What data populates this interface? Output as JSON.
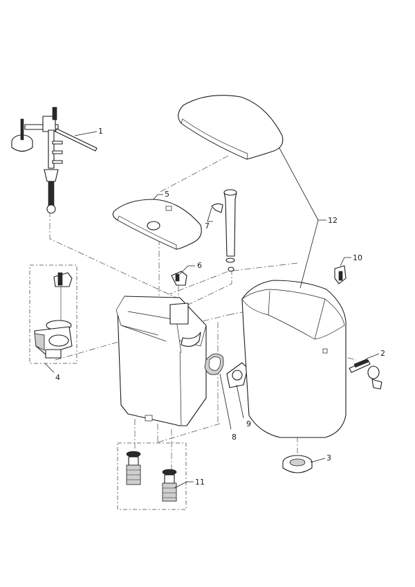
{
  "diagram": {
    "callouts": [
      {
        "id": "callout-1",
        "label": "1"
      },
      {
        "id": "callout-2",
        "label": "2"
      },
      {
        "id": "callout-3",
        "label": "3"
      },
      {
        "id": "callout-4",
        "label": "4"
      },
      {
        "id": "callout-5",
        "label": "5"
      },
      {
        "id": "callout-6",
        "label": "6"
      },
      {
        "id": "callout-7",
        "label": "7"
      },
      {
        "id": "callout-8",
        "label": "8"
      },
      {
        "id": "callout-9",
        "label": "9"
      },
      {
        "id": "callout-10",
        "label": "10"
      },
      {
        "id": "callout-11",
        "label": "11"
      },
      {
        "id": "callout-12",
        "label": "12"
      }
    ]
  }
}
